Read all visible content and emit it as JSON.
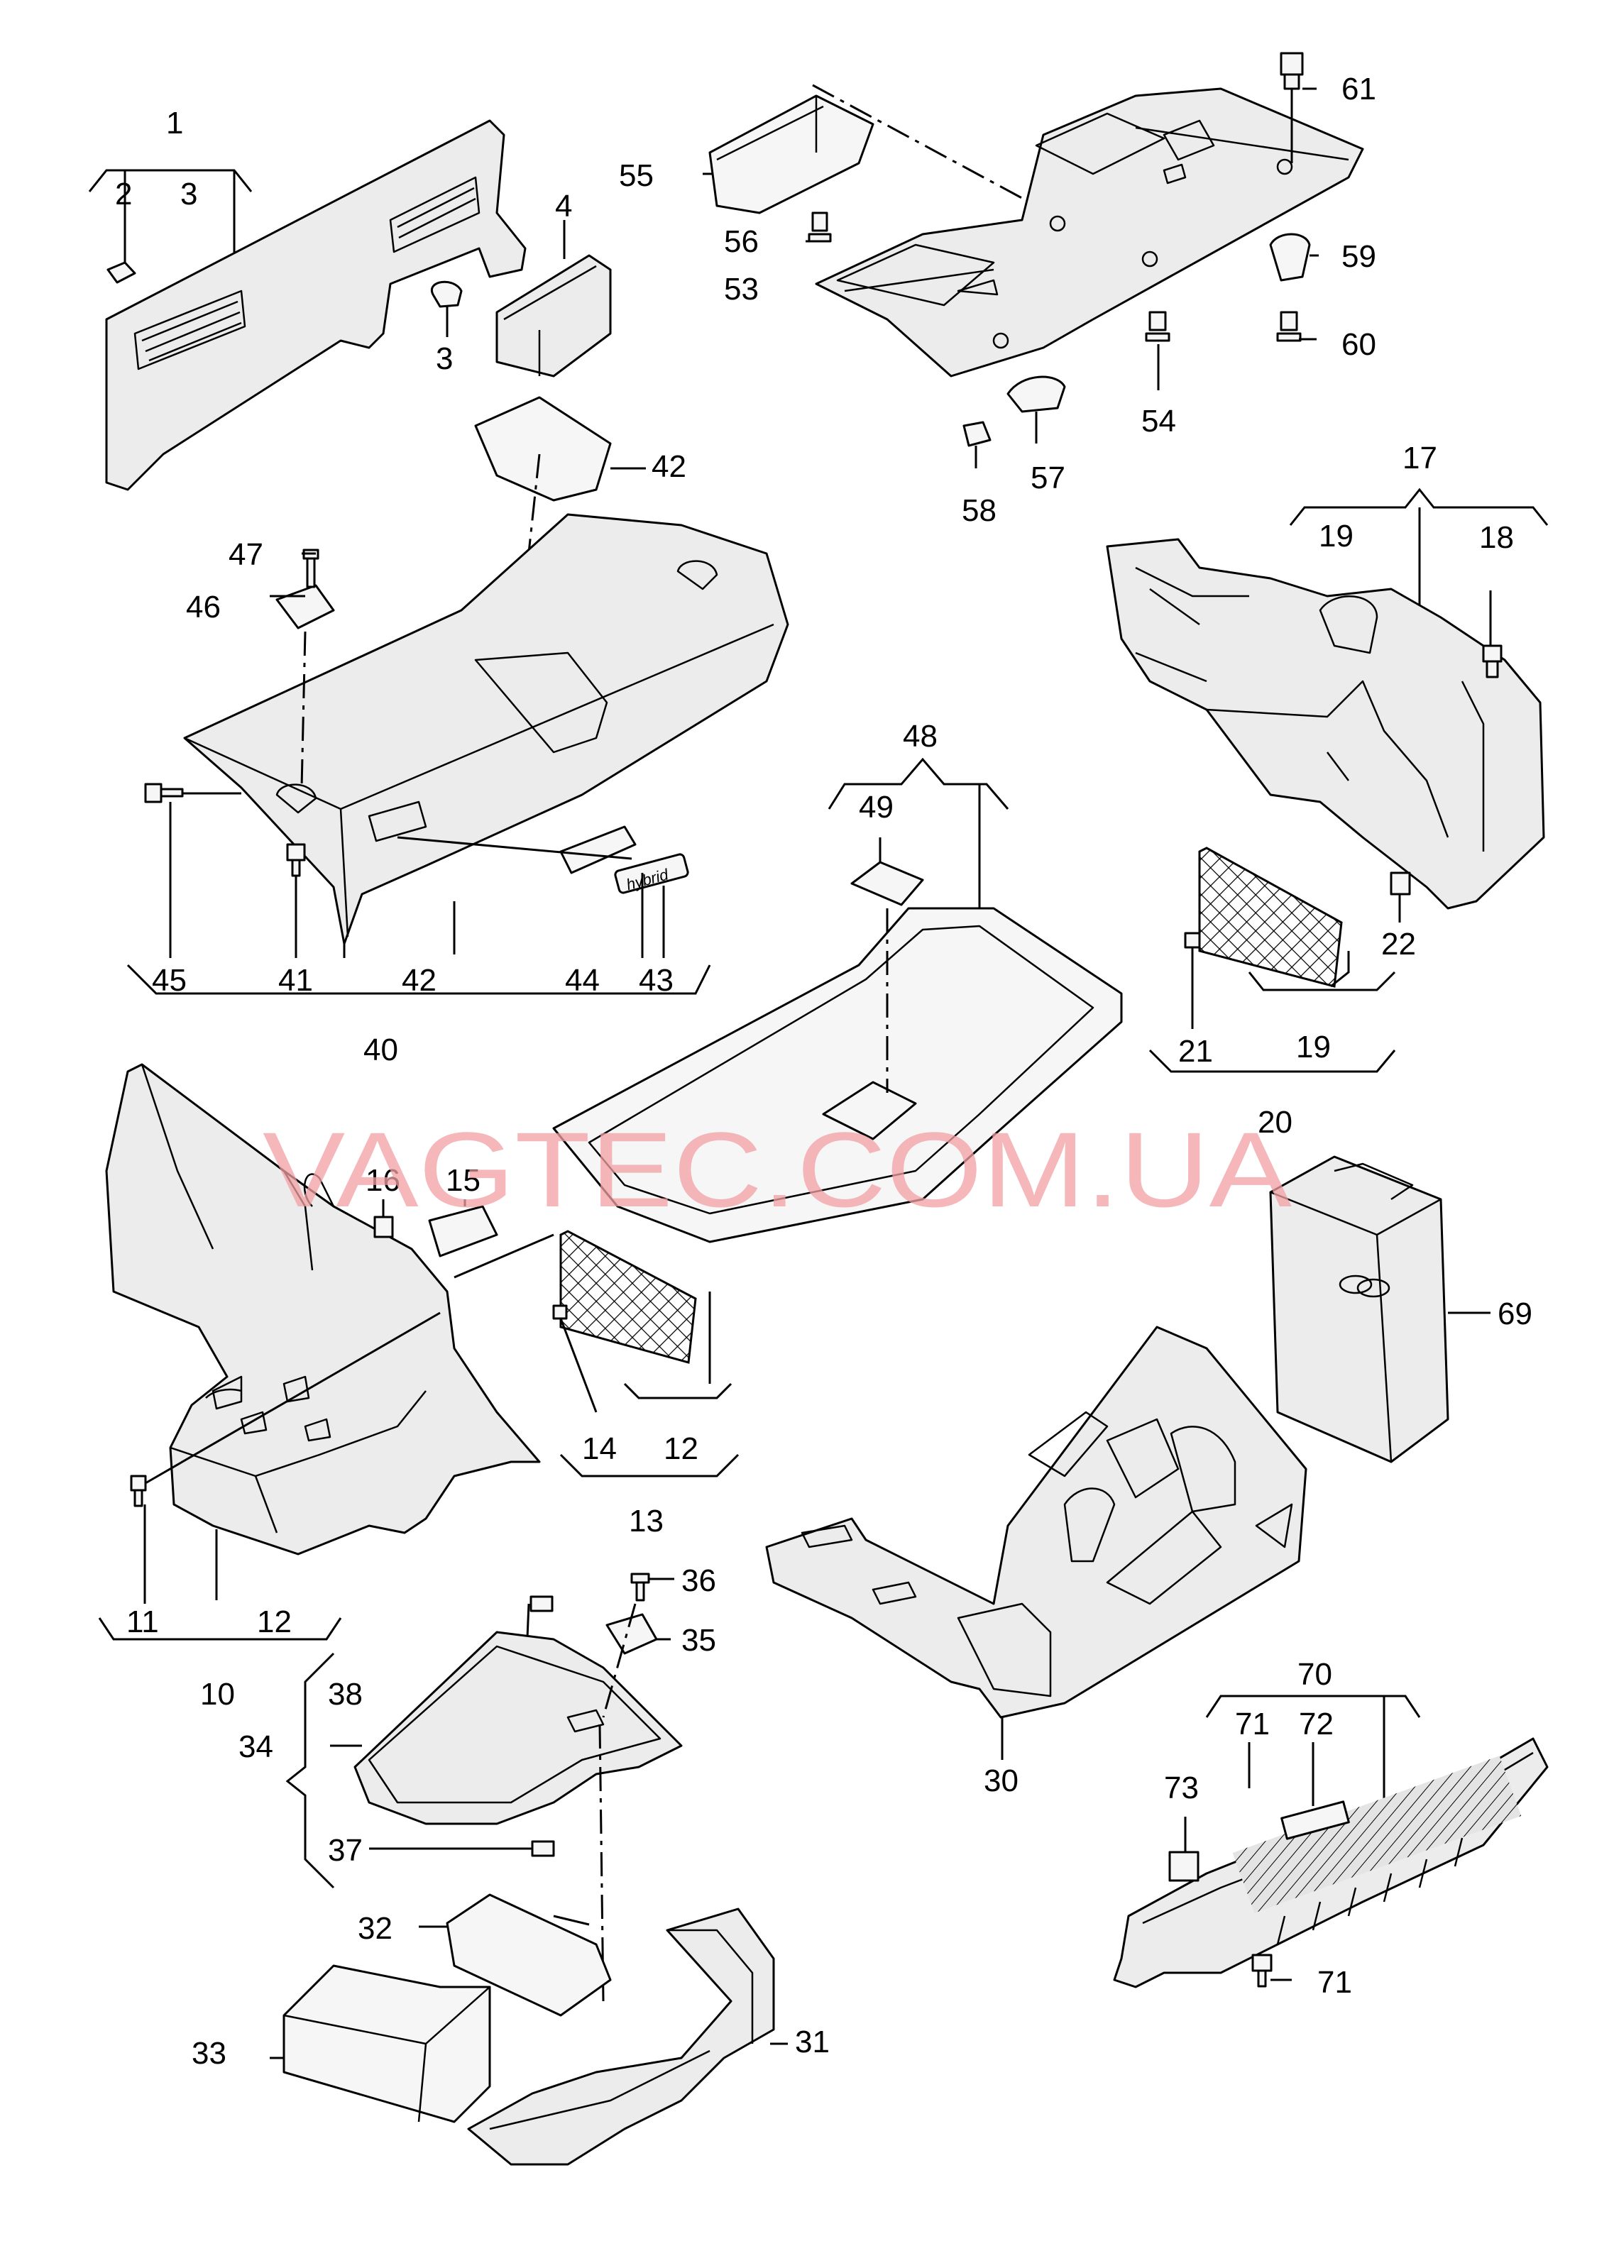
{
  "watermark": "VAGTEC.COM.UA",
  "badge_text": "hybrid",
  "callouts": {
    "c1": "1",
    "c2": "2",
    "c3a": "3",
    "c3b": "3",
    "c4": "4",
    "c10": "10",
    "c11": "11",
    "c12a": "12",
    "c12b": "12",
    "c13": "13",
    "c14": "14",
    "c15": "15",
    "c16": "16",
    "c17": "17",
    "c18": "18",
    "c19a": "19",
    "c19b": "19",
    "c20": "20",
    "c21": "21",
    "c22": "22",
    "c30": "30",
    "c31": "31",
    "c32": "32",
    "c33": "33",
    "c34": "34",
    "c35": "35",
    "c36": "36",
    "c37": "37",
    "c38": "38",
    "c40": "40",
    "c41": "41",
    "c42a": "42",
    "c42b": "42",
    "c43": "43",
    "c44": "44",
    "c45": "45",
    "c46": "46",
    "c47": "47",
    "c48": "48",
    "c49": "49",
    "c53": "53",
    "c54": "54",
    "c55": "55",
    "c56": "56",
    "c57": "57",
    "c58": "58",
    "c59": "59",
    "c60": "60",
    "c61": "61",
    "c69": "69",
    "c70": "70",
    "c71a": "71",
    "c71b": "71",
    "c72": "72",
    "c73": "73"
  }
}
